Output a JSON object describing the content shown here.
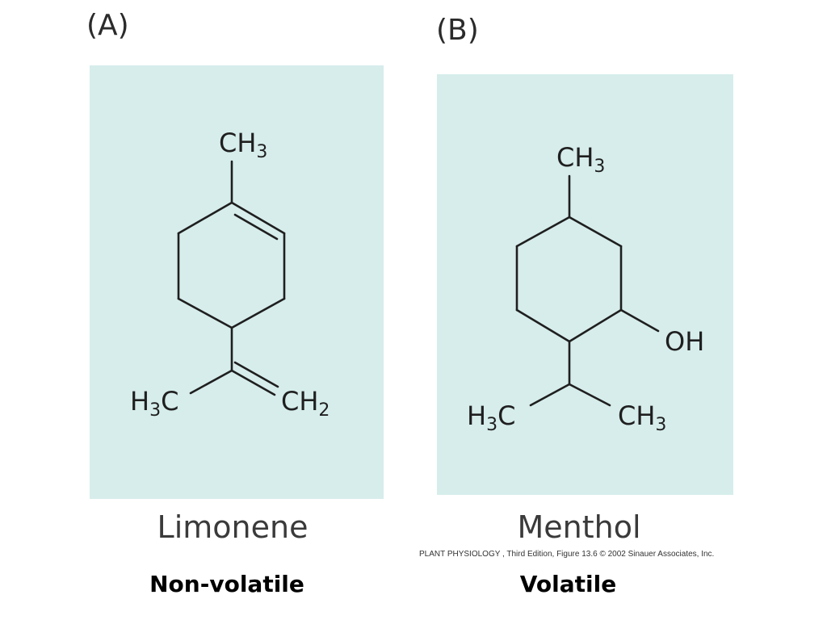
{
  "colors": {
    "panel_background": "#d6edeb",
    "bond": "#1f1f1f",
    "name_text": "#3a3a3a"
  },
  "panel_a": {
    "letter": "(A)",
    "compound_name": "Limonene",
    "volatility": "Non-volatile",
    "atoms": {
      "top_methyl": {
        "main": "CH",
        "sub": "3"
      },
      "left_methyl": {
        "main_pre": "H",
        "sub": "3",
        "main_post": "C"
      },
      "methylene": {
        "main": "CH",
        "sub": "2"
      }
    }
  },
  "panel_b": {
    "letter": "(B)",
    "compound_name": "Menthol",
    "volatility": "Volatile",
    "atoms": {
      "top_methyl": {
        "main": "CH",
        "sub": "3"
      },
      "hydroxyl": {
        "main": "OH"
      },
      "left_methyl": {
        "main_pre": "H",
        "sub": "3",
        "main_post": "C"
      },
      "right_methyl": {
        "main": "CH",
        "sub": "3"
      }
    }
  },
  "credit": "PLANT PHYSIOLOGY , Third Edition, Figure 13.6 © 2002 Sinauer Associates, Inc."
}
